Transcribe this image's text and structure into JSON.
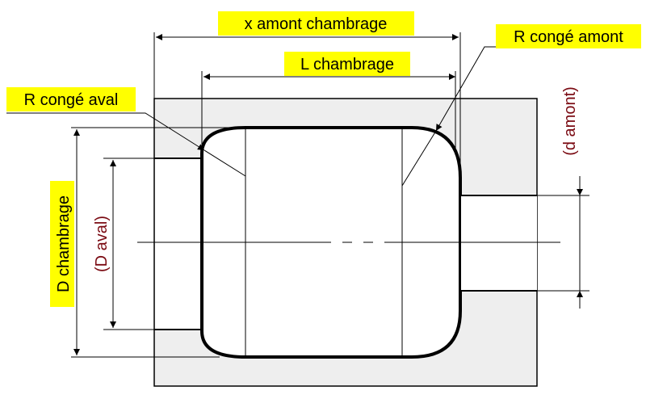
{
  "labels": {
    "x_amont_chambrage": "x amont chambrage",
    "l_chambrage": "L chambrage",
    "r_conge_amont": "R congé amont",
    "r_conge_aval": "R congé aval",
    "d_chambrage": "D chambrage",
    "d_aval": "(D aval)",
    "d_amont": "(d amont)"
  },
  "colors": {
    "highlight": "#ffff00",
    "body_fill": "#eeeeee",
    "outline": "#000000",
    "reference_text": "#7a0a12"
  }
}
